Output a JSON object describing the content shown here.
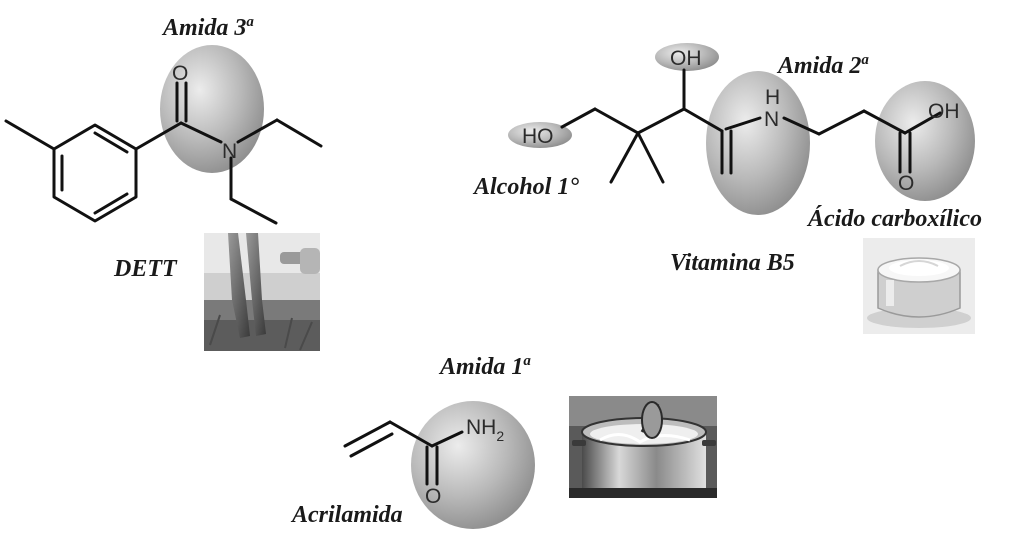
{
  "dett": {
    "group_label": "Amida 3",
    "group_sup": "a",
    "name": "DETT",
    "atoms": {
      "o": "O",
      "n": "N"
    },
    "photo_icon": "insect-repellent-spray-photo"
  },
  "vitamin": {
    "amide_label": "Amida 2",
    "amide_sup": "a",
    "alcohol_label": "Alcohol 1°",
    "acid_label": "Ácido carboxílico",
    "name": "Vitamina B5",
    "atoms": {
      "ho": "HO",
      "oh_top": "OH",
      "nh": "N",
      "nh_h": "H",
      "o_acid": "O",
      "oh_acid": "OH"
    },
    "photo_icon": "cosmetic-cream-jar-photo"
  },
  "acrylamide": {
    "group_label": "Amida 1",
    "group_sup": "a",
    "name": "Acrilamida",
    "atoms": {
      "nh2": "NH",
      "nh2_sub": "2",
      "o": "O"
    },
    "photo_icon": "boiling-pot-photo"
  },
  "colors": {
    "highlight_light": "#e6e6e6",
    "highlight_dark": "#8c8c8c",
    "bond": "#111111"
  }
}
